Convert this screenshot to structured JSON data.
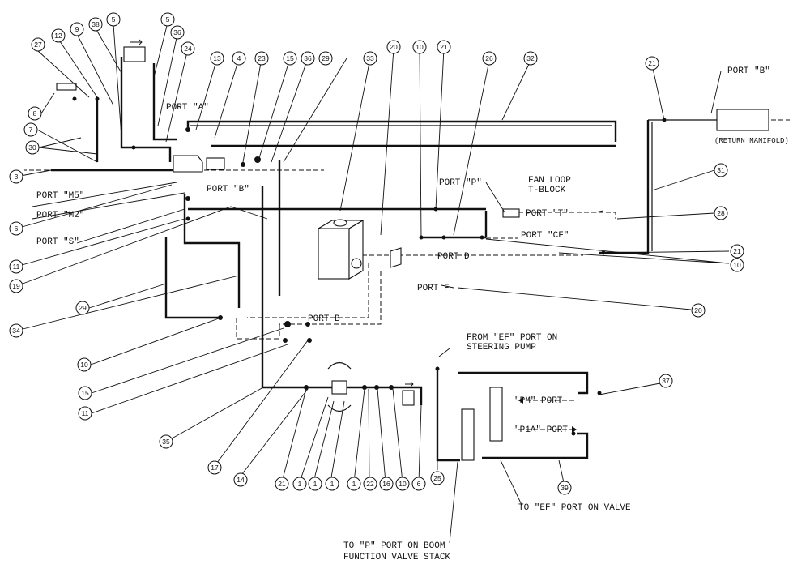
{
  "labels": {
    "port_a": "PORT \"A\"",
    "port_b_quote": "PORT \"B\"",
    "port_m5": "PORT \"M5\"",
    "port_m2": "PORT \"M2\"",
    "port_s": "PORT \"S\"",
    "port_p": "PORT \"P\"",
    "fan_loop_1": "FAN LOOP",
    "fan_loop_2": "T-BLOCK",
    "port_t": "PORT \"T\"",
    "port_cf": "PORT \"CF\"",
    "port_d": "PORT D",
    "port_f": "PORT F",
    "port_b": "PORT B",
    "port_b_return": "PORT \"B\"",
    "return_manifold": "(RETURN MANIFOLD)",
    "from_ef_1": "FROM \"EF\" PORT ON",
    "from_ef_2": "STEERING PUMP",
    "pm_port": "\"PM\" PORT",
    "p1a_port": "\"P1A\" PORT",
    "to_ef_valve": "TO \"EF\" PORT ON VALVE",
    "to_p_1": "TO \"P\" PORT ON BOOM",
    "to_p_2": "FUNCTION VALVE STACK"
  },
  "callouts": [
    "27",
    "12",
    "9",
    "38",
    "5",
    "5",
    "36",
    "24",
    "13",
    "4",
    "23",
    "15",
    "36",
    "29",
    "33",
    "20",
    "10",
    "21",
    "26",
    "32",
    "21",
    "8",
    "7",
    "30",
    "3",
    "6",
    "11",
    "19",
    "29",
    "34",
    "10",
    "15",
    "11",
    "35",
    "17",
    "14",
    "31",
    "28",
    "21",
    "10",
    "20",
    "37",
    "39",
    "21",
    "1",
    "1",
    "1",
    "1",
    "22",
    "16",
    "10",
    "6",
    "25"
  ]
}
